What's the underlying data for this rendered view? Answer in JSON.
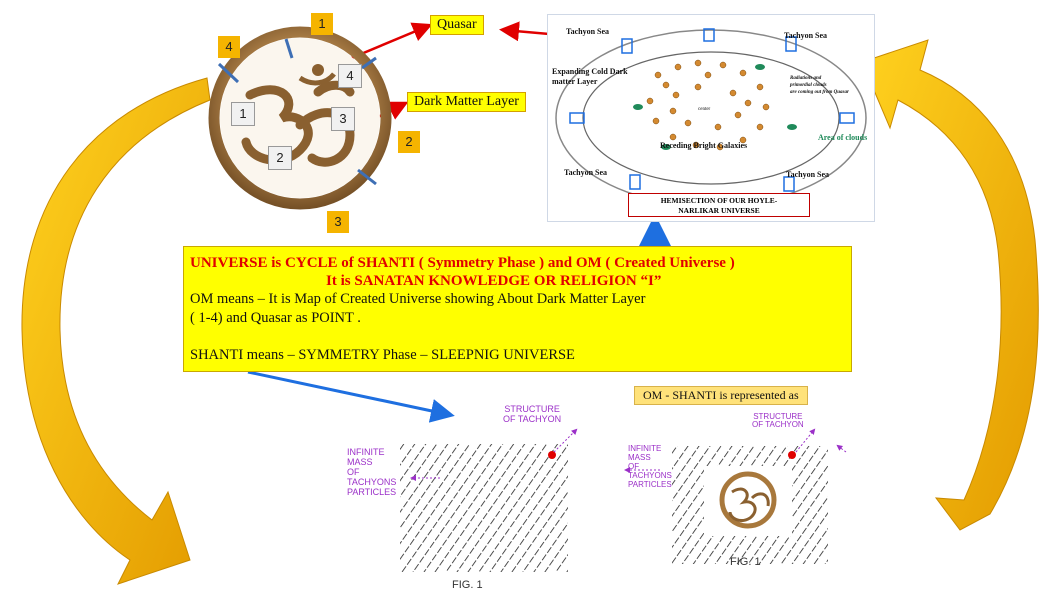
{
  "om_labels": {
    "quasar": "Quasar",
    "dark_matter": "Dark Matter Layer",
    "numbers": [
      "1",
      "4",
      "4",
      "1",
      "3",
      "2",
      "2",
      "3"
    ]
  },
  "universe_diagram": {
    "tachyon_sea_tl": "Tachyon Sea",
    "tachyon_sea_tr": "Tachyon Sea",
    "tachyon_sea_bl": "Tachyon Sea",
    "tachyon_sea_br": "Tachyon Sea",
    "expanding_1": "Expanding Cold Dark",
    "expanding_2": "matter Layer",
    "radiation_1": "Radiations and",
    "radiation_2": "primordial clouds",
    "radiation_3": "are coming out from Quasar",
    "area_clouds": "Area of clouds",
    "receding": "Receding Bright Galaxies",
    "center": "center",
    "hemisection_1": "HEMISECTION OF OUR HOYLE-",
    "hemisection_2": "NARLIKAR UNIVERSE"
  },
  "center_box": {
    "line1": "UNIVERSE is CYCLE of SHANTI ( Symmetry Phase )  and OM ( Created Universe )",
    "line2": "It is SANATAN KNOWLEDGE OR RELIGION “I”",
    "line3": "OM  means – It is Map of Created Universe showing About Dark Matter Layer",
    "line4": "( 1-4) and Quasar  as POINT .",
    "line5": "SHANTI  means – SYMMETRY Phase – SLEEPNIG  UNIVERSE"
  },
  "om_shanti_label": "OM - SHANTI is represented as",
  "left_fig": {
    "structure": [
      "STRUCTURE",
      "OF TACHYON"
    ],
    "infinite": [
      "INFINITE",
      "MASS",
      "OF",
      "TACHYONS",
      "PARTICLES"
    ],
    "caption": "FIG. 1"
  },
  "right_fig": {
    "structure": [
      "STRUCTURE",
      "OF TACHYON"
    ],
    "infinite": [
      "INFINITE",
      "MASS",
      "OF",
      "TACHYONS",
      "PARTICLES"
    ],
    "caption": "FIG. 1"
  },
  "colors": {
    "arrow_gold": "#f5b400",
    "label_yellow": "#ffff00",
    "red_arrow": "#e00000",
    "blue_arrow": "#1e6fe0",
    "purple": "#9b30c8"
  }
}
